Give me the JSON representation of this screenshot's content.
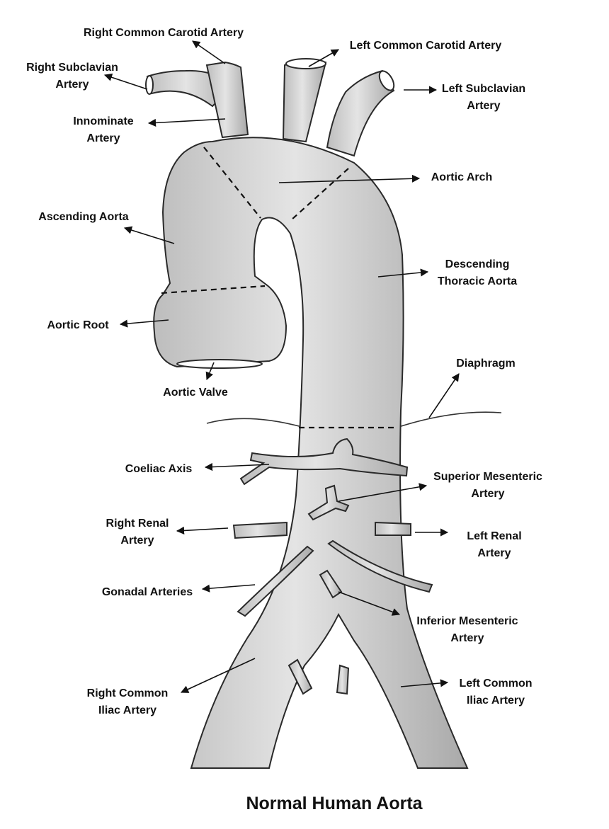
{
  "title": "Normal Human Aorta",
  "labels": {
    "right_common_carotid": [
      "Right Common Carotid Artery"
    ],
    "left_common_carotid": [
      "Left Common Carotid Artery"
    ],
    "right_subclavian": [
      "Right Subclavian",
      "Artery"
    ],
    "left_subclavian": [
      "Left Subclavian",
      "Artery"
    ],
    "innominate": [
      "Innominate",
      "Artery"
    ],
    "aortic_arch": [
      "Aortic Arch"
    ],
    "ascending_aorta": [
      "Ascending Aorta"
    ],
    "descending_thoracic": [
      "Descending",
      "Thoracic Aorta"
    ],
    "aortic_root": [
      "Aortic Root"
    ],
    "aortic_valve": [
      "Aortic Valve"
    ],
    "diaphragm": [
      "Diaphragm"
    ],
    "coeliac_axis": [
      "Coeliac Axis"
    ],
    "superior_mesenteric": [
      "Superior Mesenteric",
      "Artery"
    ],
    "right_renal": [
      "Right Renal",
      "Artery"
    ],
    "left_renal": [
      "Left Renal",
      "Artery"
    ],
    "gonadal": [
      "Gonadal Arteries"
    ],
    "inferior_mesenteric": [
      "Inferior Mesenteric",
      "Artery"
    ],
    "right_common_iliac": [
      "Right Common",
      "Iliac Artery"
    ],
    "left_common_iliac": [
      "Left Common",
      "Iliac Artery"
    ]
  }
}
